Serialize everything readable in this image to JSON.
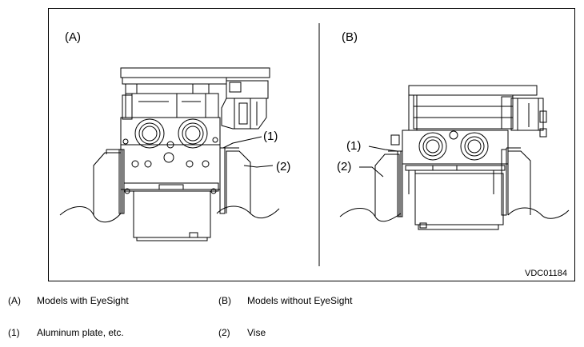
{
  "figure": {
    "panel_a_label": "(A)",
    "panel_b_label": "(B)",
    "callout_1": "(1)",
    "callout_2": "(2)",
    "figure_code": "VDC01184"
  },
  "legend": {
    "row1": [
      {
        "key": "(A)",
        "text": "Models with EyeSight"
      },
      {
        "key": "(B)",
        "text": "Models without EyeSight"
      }
    ],
    "row2": [
      {
        "key": "(1)",
        "text": "Aluminum plate, etc."
      },
      {
        "key": "(2)",
        "text": "Vise"
      }
    ]
  }
}
